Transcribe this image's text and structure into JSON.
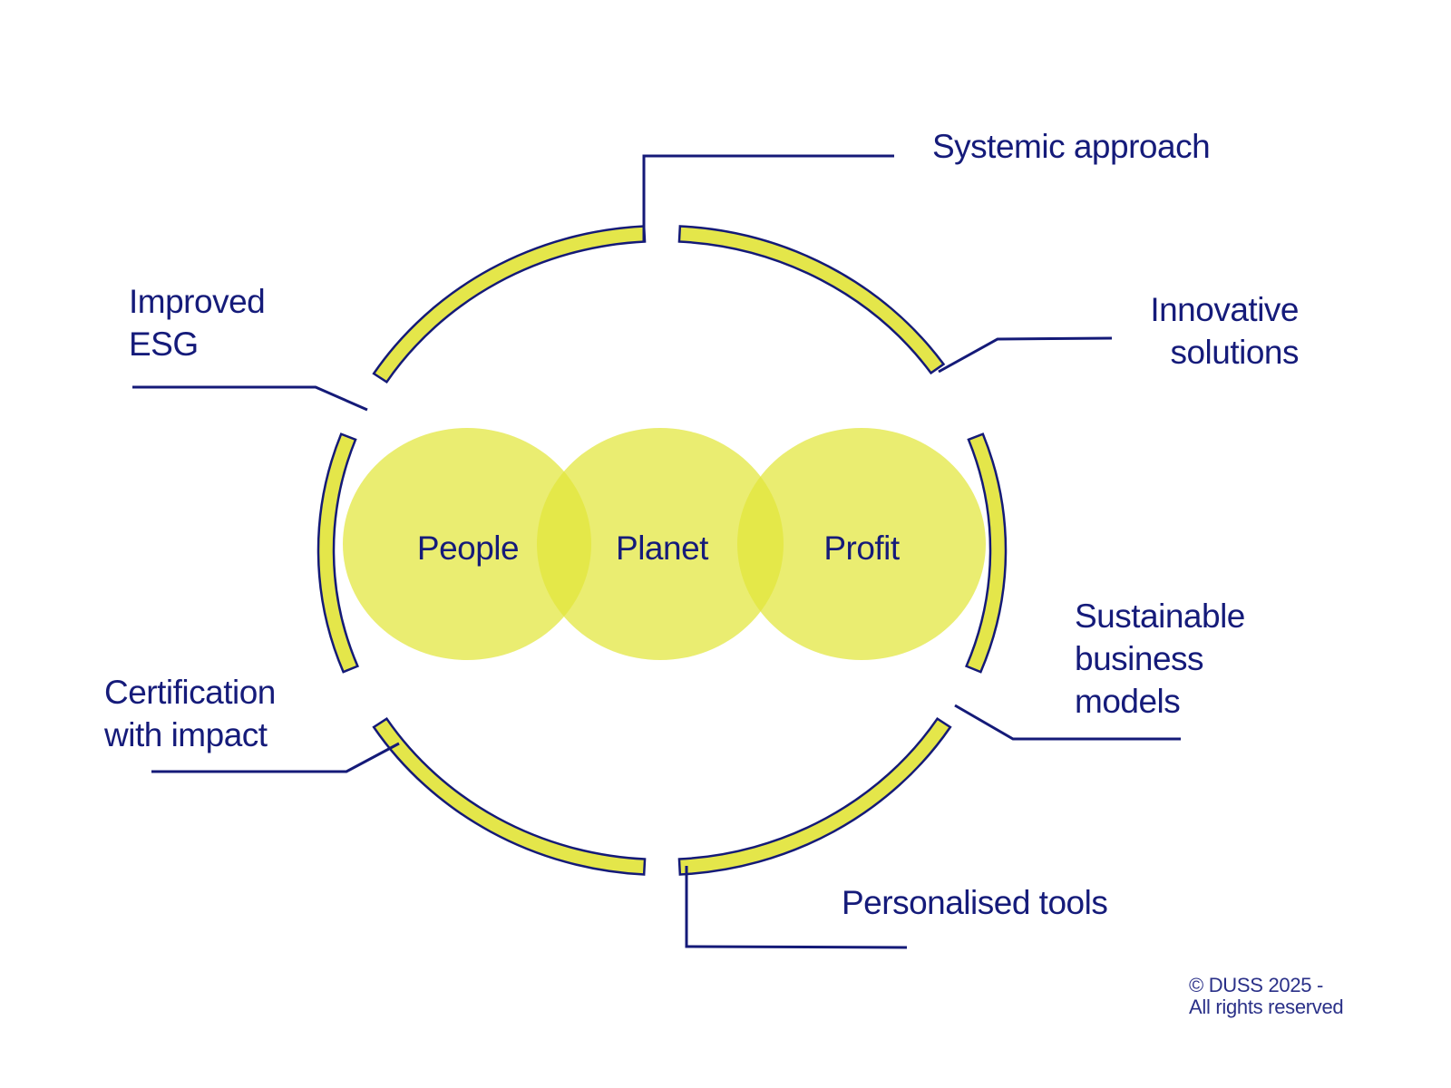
{
  "diagram": {
    "center_circles": [
      {
        "label": "People"
      },
      {
        "label": "Planet"
      },
      {
        "label": "Profit"
      }
    ],
    "callouts": {
      "systemic_approach": "Systemic approach",
      "innovative_solutions": [
        "Innovative",
        "solutions"
      ],
      "sustainable_business_models": [
        "Sustainable",
        "business",
        "models"
      ],
      "personalised_tools": "Personalised tools",
      "certification_with_impact": [
        "Certification",
        "with impact"
      ],
      "improved_esg": [
        "Improved",
        "ESG"
      ]
    },
    "ring_segments": 6
  },
  "footer": {
    "copyright_line1": "© DUSS 2025 -",
    "copyright_line2": "All rights reserved"
  },
  "colors": {
    "ring_fill": "#e4e64a",
    "ring_outline": "#141a78",
    "circle_fill": "#e2e63a",
    "text": "#151b7a",
    "leader_line": "#141a78"
  }
}
